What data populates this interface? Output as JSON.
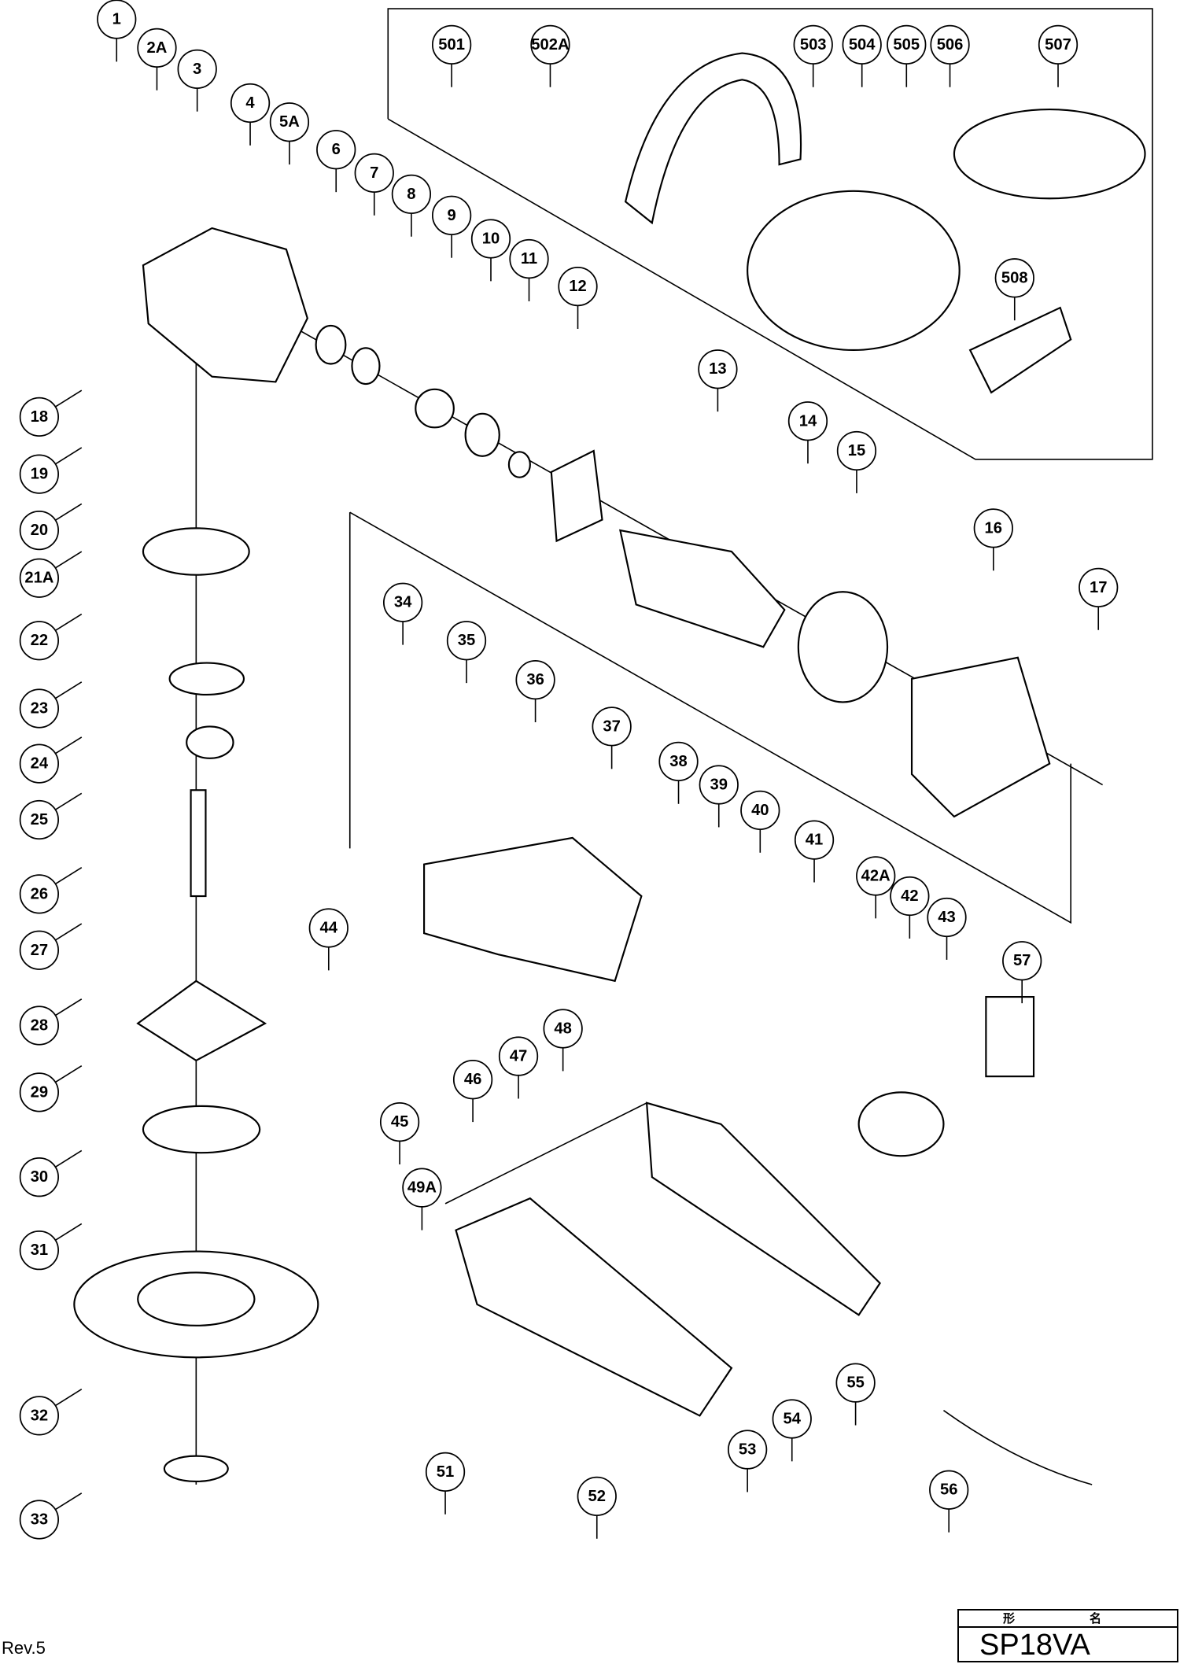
{
  "revision": "Rev.5",
  "title_block": {
    "header": "形　名",
    "model": "SP18VA"
  },
  "callouts": [
    "1",
    "2A",
    "3",
    "4",
    "5A",
    "6",
    "7",
    "8",
    "9",
    "10",
    "11",
    "12",
    "13",
    "14",
    "15",
    "16",
    "17",
    "18",
    "19",
    "20",
    "21A",
    "22",
    "23",
    "24",
    "25",
    "26",
    "27",
    "28",
    "29",
    "30",
    "31",
    "32",
    "33",
    "34",
    "35",
    "36",
    "37",
    "38",
    "39",
    "40",
    "41",
    "42A",
    "42",
    "43",
    "44",
    "45",
    "46",
    "47",
    "48",
    "49A",
    "51",
    "52",
    "53",
    "54",
    "55",
    "56",
    "57",
    "501",
    "502A",
    "503",
    "504",
    "505",
    "506",
    "507",
    "508"
  ]
}
